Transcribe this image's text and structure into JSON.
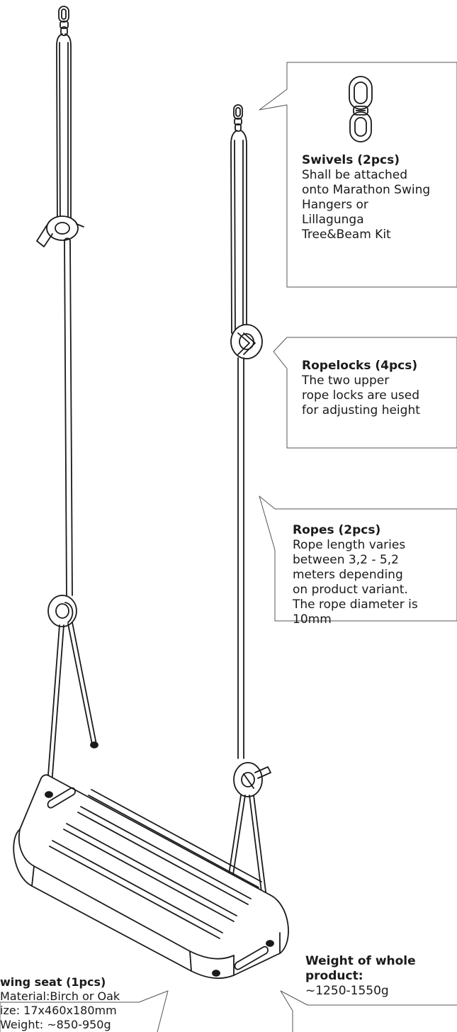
{
  "callouts": {
    "swivels": {
      "title": "Swivels (2pcs)",
      "lines": [
        "Shall be attached",
        "onto Marathon Swing",
        "Hangers or",
        "Lillagunga",
        "Tree&Beam Kit"
      ]
    },
    "ropelocks": {
      "title": "Ropelocks (4pcs)",
      "lines": [
        "The two upper",
        "rope locks are used",
        "for adjusting height"
      ]
    },
    "ropes": {
      "title": "Ropes (2pcs)",
      "lines": [
        "Rope length varies",
        "between 3,2 - 5,2",
        "meters depending",
        "on product variant.",
        "The rope diameter is",
        "10mm"
      ]
    },
    "seat": {
      "title": "wing seat (1pcs)",
      "lines": [
        "Material:Birch or Oak",
        "ize: 17x460x180mm",
        "Weight: ~850-950g"
      ]
    },
    "weight": {
      "title_lines": [
        "Weight of whole",
        "product:"
      ],
      "lines": [
        "~1250-1550g"
      ]
    }
  }
}
